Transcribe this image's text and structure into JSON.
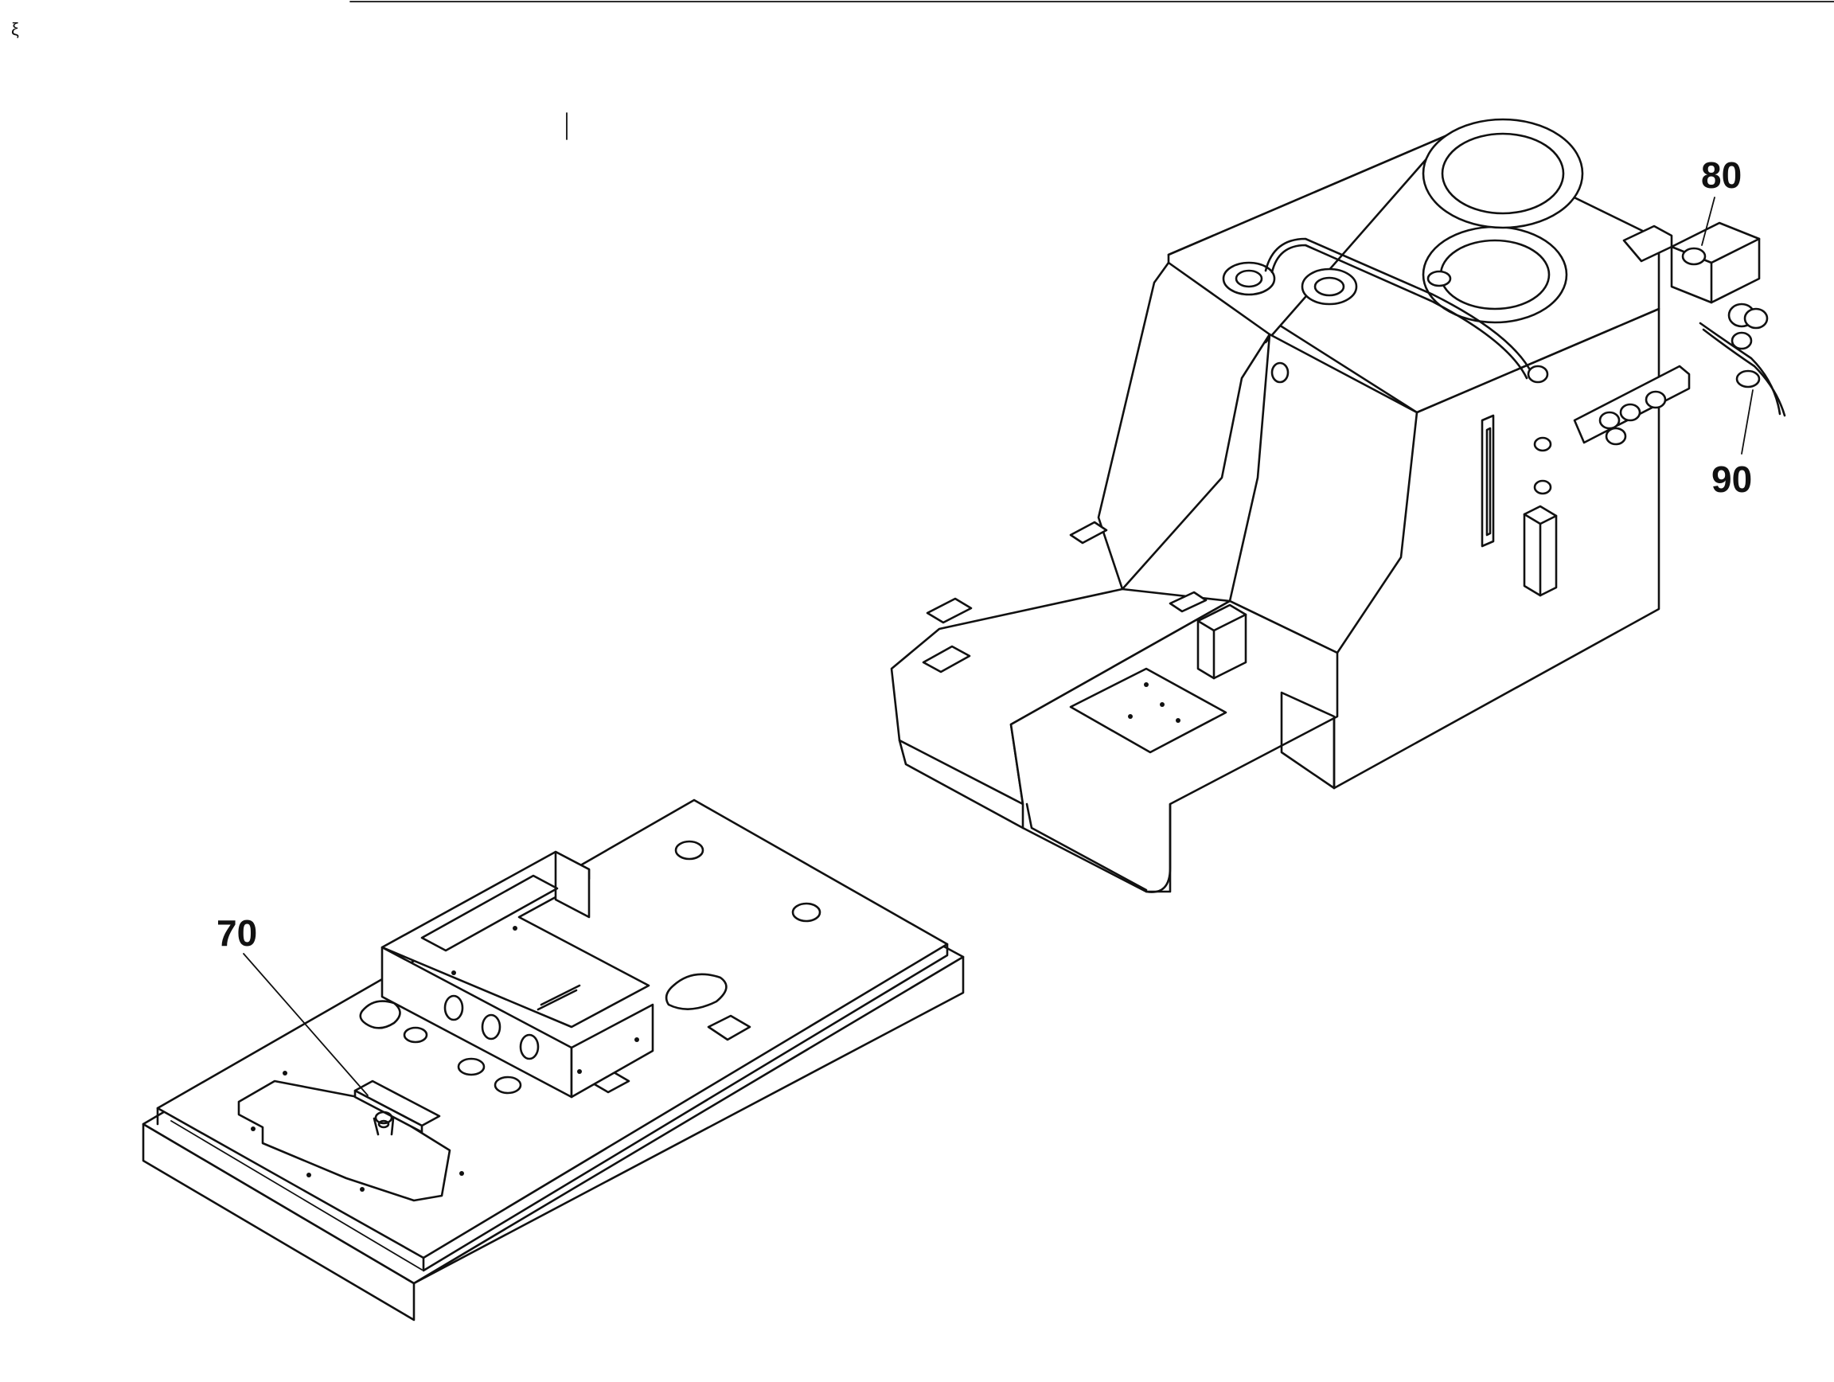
{
  "callouts": {
    "c70": "70",
    "c80": "80",
    "c90": "90"
  },
  "colors": {
    "line": "#111111",
    "background": "#ffffff"
  }
}
